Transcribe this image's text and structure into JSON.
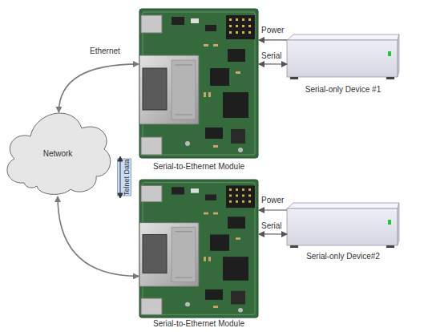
{
  "diagram": {
    "nodes": [
      {
        "text": [
          "Serial-to-Ethernet Module"
        ]
      },
      {
        "text": [
          "Serial-only Device #1"
        ]
      },
      {
        "text": [
          "Network"
        ]
      },
      {
        "text": [
          "Telnet Data"
        ]
      },
      {
        "text": [
          "Serial-to-Ethernet Module"
        ]
      },
      {
        "text": [
          "Serial-only Device#2"
        ]
      }
    ],
    "edges": [
      {
        "from": 2,
        "to": 0,
        "arrow": "both",
        "label": "Ethernet"
      },
      {
        "from": 1,
        "to": 0,
        "arrow": "to",
        "label": "Power"
      },
      {
        "from": 0,
        "to": 1,
        "arrow": "both",
        "label": "Serial"
      },
      {
        "from": 2,
        "to": 4,
        "arrow": "both"
      },
      {
        "from": 5,
        "to": 4,
        "arrow": "to",
        "label": "Power"
      },
      {
        "from": 4,
        "to": 5,
        "arrow": "both",
        "label": "Serial"
      }
    ]
  }
}
